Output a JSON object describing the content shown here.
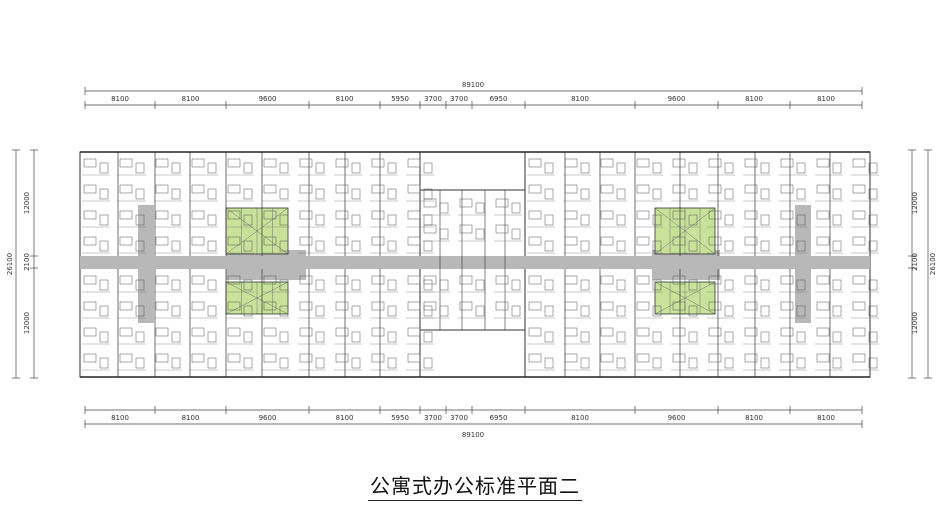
{
  "title": "公寓式办公标准平面二",
  "dimensions": {
    "overall_top": "89100",
    "overall_bottom": "89100",
    "top_segments": [
      "8100",
      "8100",
      "9600",
      "8100",
      "5950",
      "3700",
      "3700",
      "6950",
      "8100",
      "9600",
      "8100",
      "8100"
    ],
    "bottom_segments": [
      "8100",
      "8100",
      "9600",
      "8100",
      "5950",
      "3700",
      "3700",
      "6950",
      "8100",
      "9600",
      "8100",
      "8100"
    ],
    "left_segments": [
      "12000",
      "2100",
      "12000"
    ],
    "left_overall": "26100",
    "right_segments": [
      "12000",
      "2100",
      "12000"
    ],
    "right_overall": "26100"
  },
  "colors": {
    "corridor": "#b8b8b8",
    "core": "#c9e29a",
    "line": "#333333"
  }
}
